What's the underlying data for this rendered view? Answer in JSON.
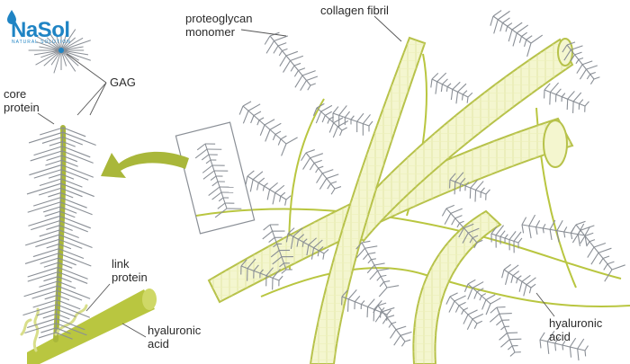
{
  "logo": {
    "text": "NaSol",
    "tagline": "NATURAL SOLUTION",
    "brand_color": "#1f84c4"
  },
  "labels": {
    "gag": "GAG",
    "core_protein": "core\nprotein",
    "link_protein": "link\nprotein",
    "hyaluronic_acid_left": "hyaluronic\nacid",
    "proteoglycan_monomer": "proteoglycan\nmonomer",
    "collagen_fibril": "collagen fibril",
    "hyaluronic_acid_right": "hyaluronic\nacid"
  },
  "colors": {
    "collagen_fill": "#f4f6cf",
    "collagen_stroke": "#b7c24a",
    "core_protein": "#a9b73a",
    "gag_chains": "#8a8f96",
    "hyaluronic_acid": "#b9c640",
    "arrow": "#a9b73a",
    "leader_lines": "#555555"
  }
}
